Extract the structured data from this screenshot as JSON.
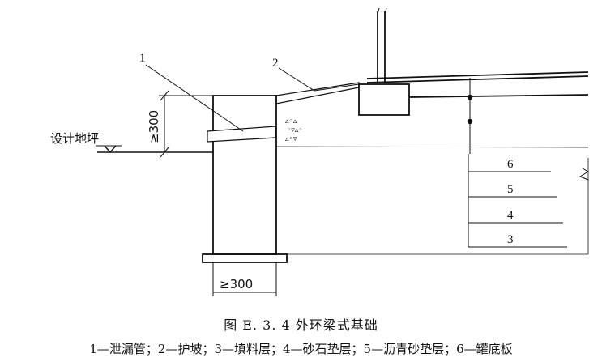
{
  "figure": {
    "callouts": {
      "c1": "1",
      "c2": "2"
    },
    "ground_label": "设计地坪",
    "dim_height": "≥300",
    "dim_width": "≥300",
    "layers": [
      "6",
      "5",
      "4",
      "3"
    ]
  },
  "caption": {
    "title": "图 E. 3. 4    外环梁式基础",
    "legend": "1—泄漏管；2—护坡；3—填料层；4—砂石垫层；5—沥青砂垫层；6—罐底板"
  }
}
